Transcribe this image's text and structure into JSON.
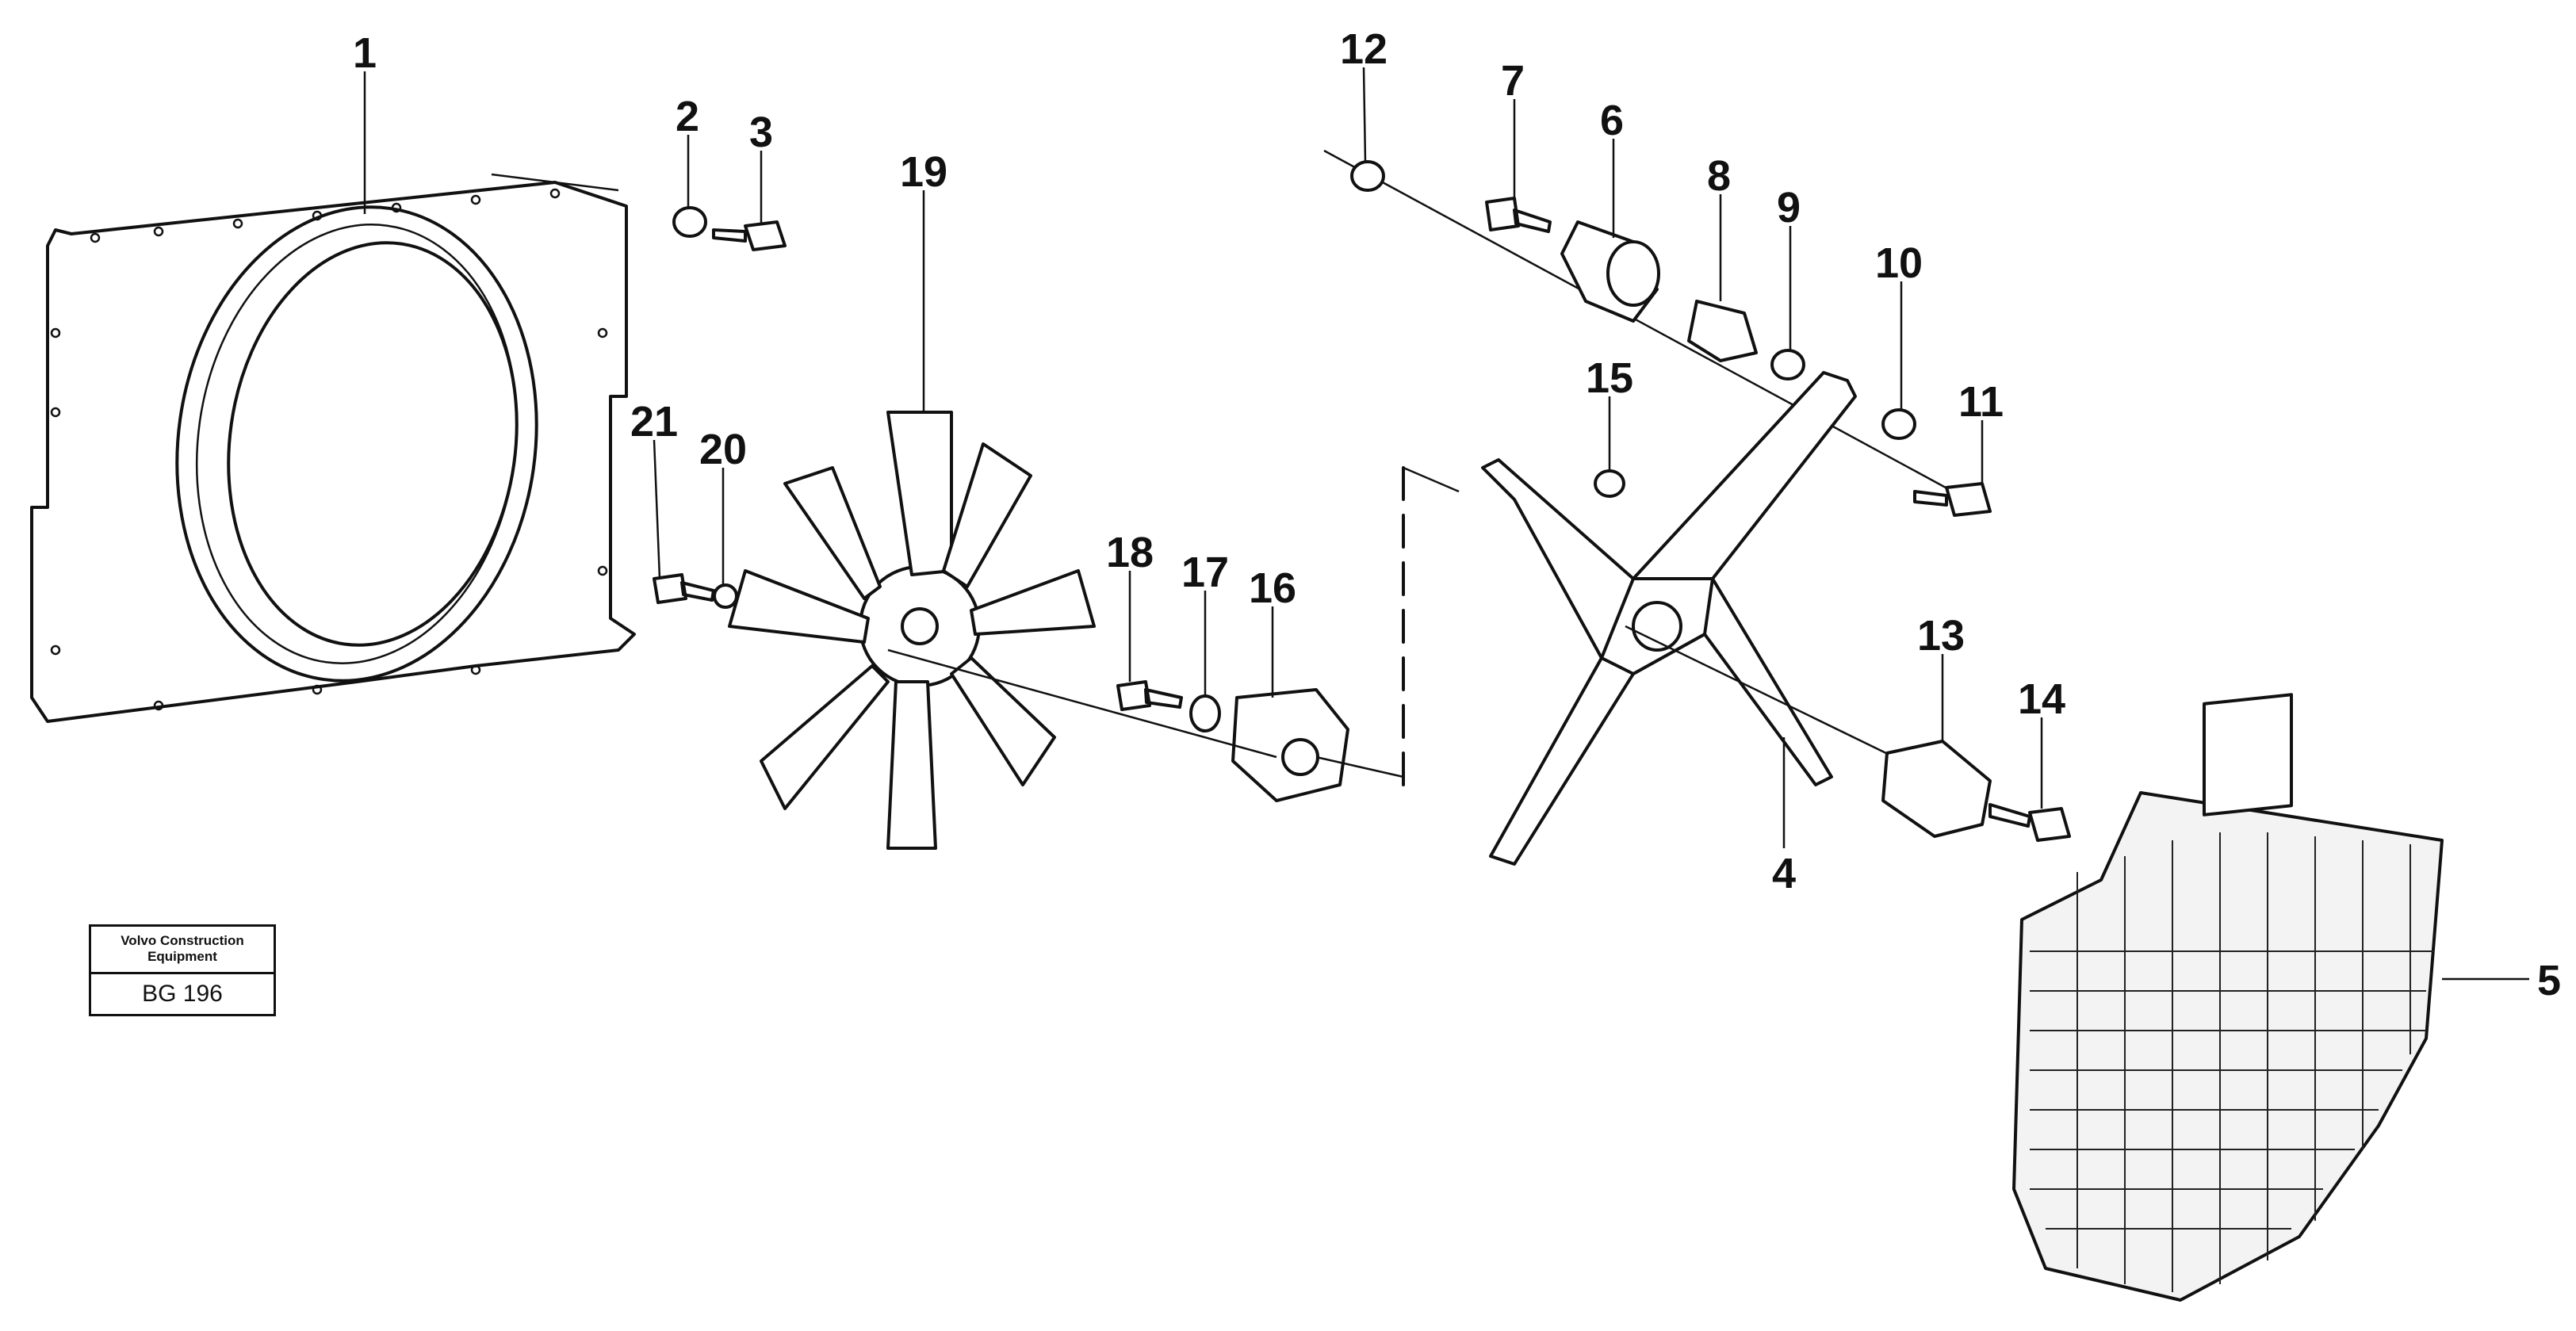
{
  "diagram": {
    "part_numbers": [
      "1",
      "2",
      "3",
      "4",
      "5",
      "6",
      "7",
      "8",
      "9",
      "10",
      "11",
      "12",
      "13",
      "14",
      "15",
      "16",
      "17",
      "18",
      "19",
      "20",
      "21"
    ]
  },
  "badge": {
    "org": "Volvo Construction Equipment",
    "code": "BG 196"
  }
}
